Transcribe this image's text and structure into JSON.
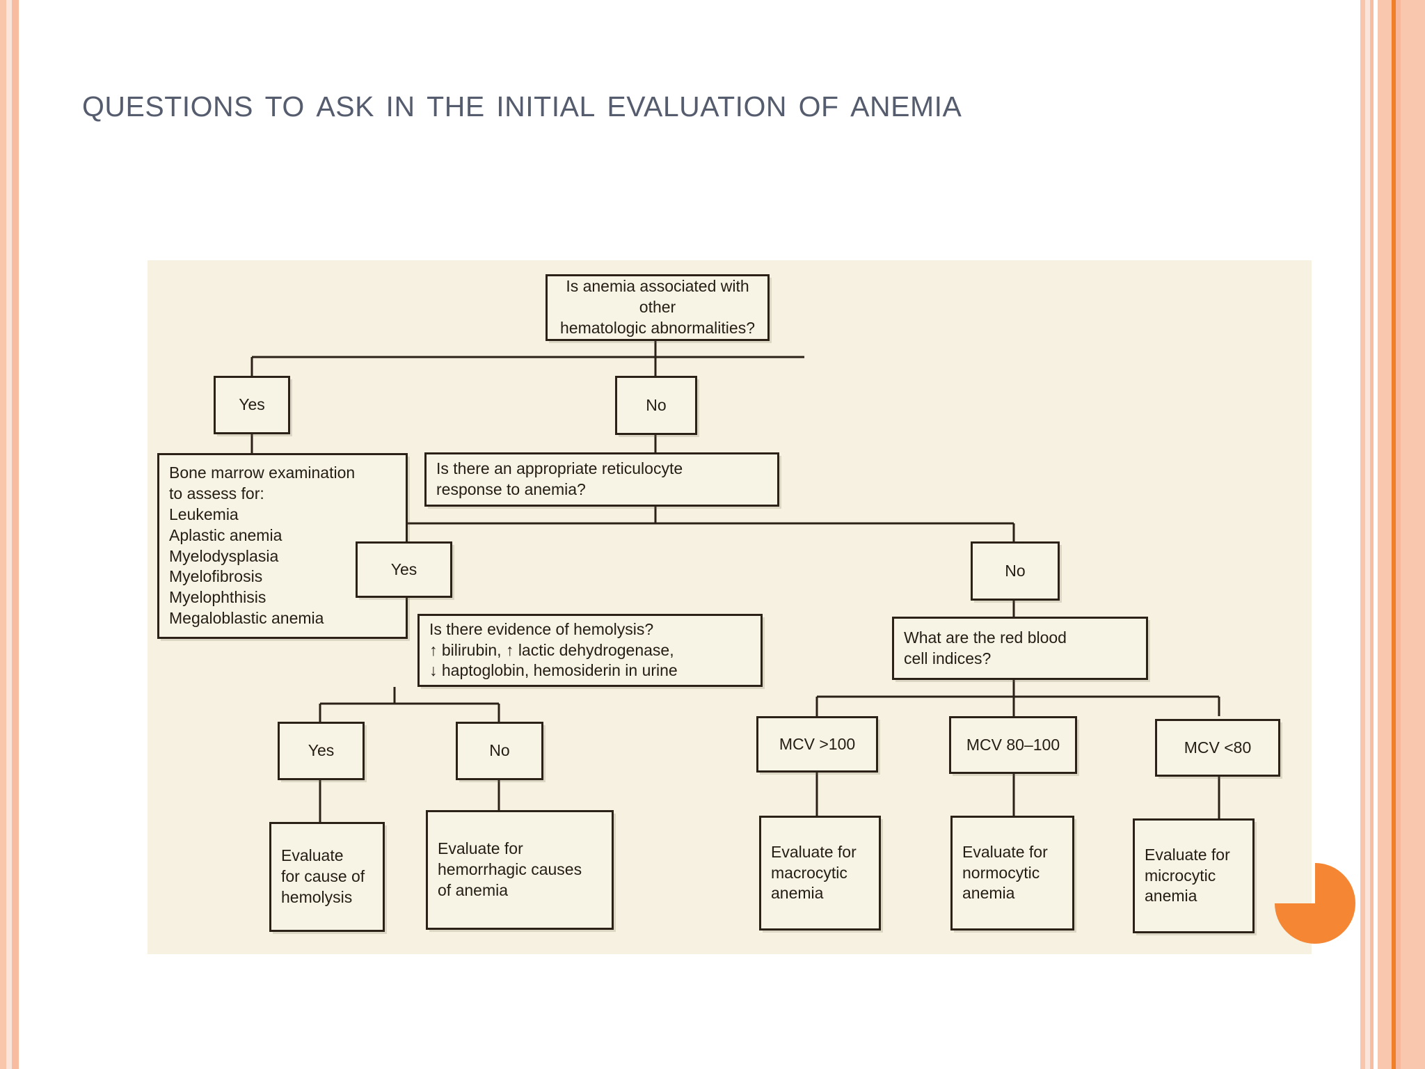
{
  "slide": {
    "title": "Questions to ask in the initial evaluation of anemia",
    "title_color": "#555c6d",
    "background_color": "#ffffff"
  },
  "decor": {
    "accent_orange": "#f58634",
    "stripe_peach": "#f9c6ab",
    "stripe_light": "#fbe4da",
    "stripe_dark_orange": "#f07f28",
    "circle_name": "orange-quarter-notch-circle"
  },
  "flowchart": {
    "background_color": "#f6f1e1",
    "box_border_color": "#2b2117",
    "box_fill_color": "#f7f3e5",
    "type": "decision-tree",
    "nodes": [
      {
        "id": "q1",
        "label": "Is anemia associated with other\nhematologic abnormalities?"
      },
      {
        "id": "q1-yes",
        "label": "Yes"
      },
      {
        "id": "q1-no",
        "label": "No"
      },
      {
        "id": "bone-marrow",
        "label": "Bone marrow examination\nto assess for:\nLeukemia\nAplastic anemia\nMyelodysplasia\nMyelofibrosis\nMyelophthisis\nMegaloblastic anemia"
      },
      {
        "id": "q2",
        "label": "Is there an appropriate reticulocyte\nresponse to anemia?"
      },
      {
        "id": "q2-yes",
        "label": "Yes"
      },
      {
        "id": "q2-no",
        "label": "No"
      },
      {
        "id": "q3",
        "label": "Is there evidence of hemolysis?\n↑ bilirubin, ↑ lactic dehydrogenase,\n↓ haptoglobin, hemosiderin in urine"
      },
      {
        "id": "q4",
        "label": "What are the red blood\ncell indices?"
      },
      {
        "id": "q3-yes",
        "label": "Yes"
      },
      {
        "id": "q3-no",
        "label": "No"
      },
      {
        "id": "mcv-high",
        "label": "MCV >100"
      },
      {
        "id": "mcv-mid",
        "label": "MCV 80–100"
      },
      {
        "id": "mcv-low",
        "label": "MCV <80"
      },
      {
        "id": "eval-hemolysis",
        "label": "Evaluate\nfor cause of\nhemolysis"
      },
      {
        "id": "eval-hemorrhagic",
        "label": "Evaluate for\nhemorrhagic causes\nof anemia"
      },
      {
        "id": "eval-macro",
        "label": "Evaluate for\nmacrocytic\nanemia"
      },
      {
        "id": "eval-normo",
        "label": "Evaluate for\nnormocytic\nanemia"
      },
      {
        "id": "eval-micro",
        "label": "Evaluate for\nmicrocytic\nanemia"
      }
    ],
    "edges": [
      {
        "from": "q1",
        "to": "q1-yes"
      },
      {
        "from": "q1",
        "to": "q1-no"
      },
      {
        "from": "q1-yes",
        "to": "bone-marrow"
      },
      {
        "from": "q1-no",
        "to": "q2"
      },
      {
        "from": "q2",
        "to": "q2-yes"
      },
      {
        "from": "q2",
        "to": "q2-no"
      },
      {
        "from": "q2-yes",
        "to": "q3"
      },
      {
        "from": "q2-no",
        "to": "q4"
      },
      {
        "from": "q3",
        "to": "q3-yes"
      },
      {
        "from": "q3",
        "to": "q3-no"
      },
      {
        "from": "q3-yes",
        "to": "eval-hemolysis"
      },
      {
        "from": "q3-no",
        "to": "eval-hemorrhagic"
      },
      {
        "from": "q4",
        "to": "mcv-high"
      },
      {
        "from": "q4",
        "to": "mcv-mid"
      },
      {
        "from": "q4",
        "to": "mcv-low"
      },
      {
        "from": "mcv-high",
        "to": "eval-macro"
      },
      {
        "from": "mcv-mid",
        "to": "eval-normo"
      },
      {
        "from": "mcv-low",
        "to": "eval-micro"
      }
    ]
  }
}
